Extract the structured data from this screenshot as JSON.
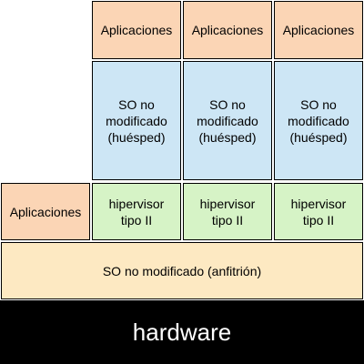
{
  "layers": {
    "hardware": "hardware",
    "host_os": "SO no modificado (anfitrión)",
    "host_apps": "Aplicaciones"
  },
  "stacks": [
    {
      "apps": "Aplicaciones",
      "guest_os": [
        "SO no",
        "modificado",
        "(huésped)"
      ],
      "hypervisor": [
        "hipervisor",
        "tipo II"
      ]
    },
    {
      "apps": "Aplicaciones",
      "guest_os": [
        "SO no",
        "modificado",
        "(huésped)"
      ],
      "hypervisor": [
        "hipervisor",
        "tipo II"
      ]
    },
    {
      "apps": "Aplicaciones",
      "guest_os": [
        "SO no",
        "modificado",
        "(huésped)"
      ],
      "hypervisor": [
        "hipervisor",
        "tipo II"
      ]
    }
  ],
  "colors": {
    "apps": "#fbd5b5",
    "guest_os": "#cde6f5",
    "hypervisor": "#d6f3c6",
    "host_os": "#fde9c2",
    "hardware": "#000000"
  }
}
